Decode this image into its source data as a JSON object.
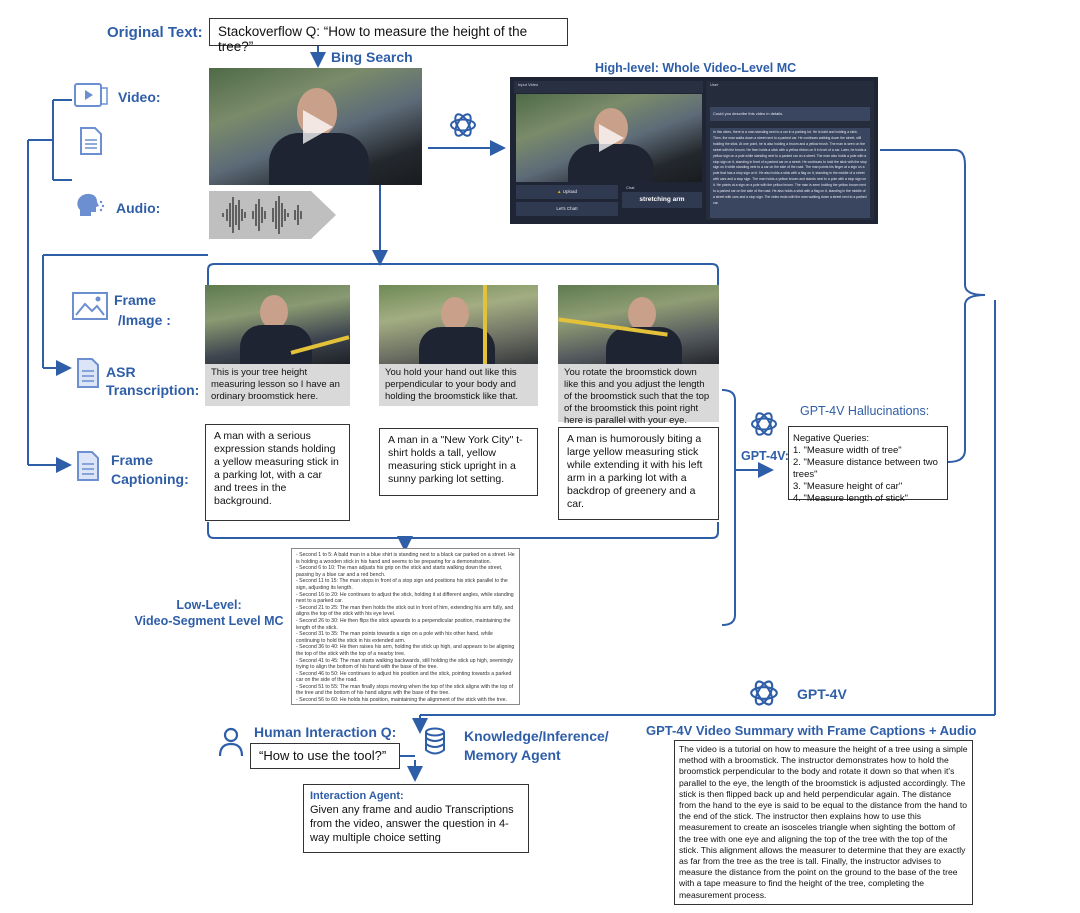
{
  "original_text_label": "Original Text:",
  "original_text": "Stackoverflow Q: “How to measure the height of the tree?”",
  "bing_search": "Bing Search",
  "video_label": "Video:",
  "audio_label": "Audio:",
  "high_level_title": "High-level: Whole Video-Level  MC",
  "app": {
    "question": "Could you describe this video in details.",
    "answer": "In this video, there is a man standing next to a car in a parking lot. He is bald and holding a stick. Then, the man walks down a street next to a parked car. He continues walking down the street, still holding the stick. At one point, he is also holding a broom and a yellow brush. The man is seen on the street with the broom. He then holds a stick with a yellow ribbon on it in front of a car. Later, he holds a yellow sign on a pole while standing next to a parked car on a street. The man also holds a pole with a stop sign on it, standing in front of a parked car on a street. He continues to hold the stick with the stop sign on it while standing next to a car on the side of the road. The man points his finger at a sign on a pole that has a stop sign on it. He also holds a stick with a flag on it, standing in the middle of a street with cars and a stop sign. The man holds a yellow broom and stands next to a pole with a stop sign on it. He points at a sign on a pole with the yellow broom. The man is seen holding the yellow broom next to a parked car on the side of the road. He also holds a stick with a flag on it, standing in the middle of a street with cars and a stop sign. The video ends with the man walking down a street next to a parked car.",
    "upload_btn": "Upload",
    "chat_btn": "Let's Chat!",
    "chip": "stretching arm",
    "tab1": "Input Video",
    "tab2": "Chat",
    "tab3": "User"
  },
  "frame_image_label1": "Frame",
  "frame_image_label2": "/Image :",
  "asr_label1": "ASR",
  "asr_label2": "Transcription:",
  "frame_cap_label1": "Frame",
  "frame_cap_label2": "Captioning:",
  "asr": [
    "This is your tree height measuring lesson so I have an ordinary broomstick here.",
    "You hold your hand out like this perpendicular to your body and holding the broomstick like that.",
    "You rotate the broomstick down like this and you adjust the length of the broomstick such that the top of the broomstick this point right here is parallel with your eye."
  ],
  "captions": [
    "A man with a serious expression stands holding a yellow measuring stick in a parking lot, with a car and trees in the background.",
    "A man in a \"New York City\" t-shirt holds a tall, yellow measuring stick upright in a sunny parking lot setting.",
    "A man is humorously biting a large yellow measuring stick while extending it with his left arm in a parking lot with a backdrop of greenery and a car."
  ],
  "gpt4v_hall_title": "GPT-4V Hallucinations:",
  "gpt4v_label": "GPT-4V:",
  "neg_title": "Negative Queries:",
  "neg_queries": [
    "1. \"Measure width of tree\"",
    "2. \"Measure distance between two trees\"",
    "3. \"Measure height of car\"",
    "4. \"Measure length of stick\""
  ],
  "low_level_1": "Low-Level:",
  "low_level_2": "Video-Segment Level  MC",
  "segments": [
    "- Second 1 to 5: A bald man in a blue shirt is standing next to a black car parked on a street. He is holding a wooden stick in his hand and seems to be preparing for a demonstration.",
    "- Second 6 to 10: The man adjusts his grip on the stick and starts walking down the street, passing by a blue car and a red bench.",
    "- Second 11 to 15: The man stops in front of a stop sign and positions his stick parallel to the sign, adjusting its length.",
    "- Second 16 to 20: He continues to adjust the stick, holding it at different angles, while standing next to a parked car.",
    "- Second 21 to 25: The man then holds the stick out in front of him, extending his arm fully, and aligns the top of the stick with his eye level.",
    "- Second 26 to 30: He then flips the stick upwards to a perpendicular position, maintaining the length of the stick.",
    "- Second 31 to 35: The man points towards a sign on a pole with his other hand, while continuing to hold the stick in his extended arm.",
    "- Second 36 to 40: He then raises his arm, holding the stick up high, and appears to be aligning the top of the stick with the top of a nearby tree.",
    "- Second 41 to 45: The man starts walking backwards, still holding the stick up high, seemingly trying to align the bottom of his hand with the base of the tree.",
    "- Second 46 to 50: He continues to adjust his position and the stick, pointing towards a parked car on the side of the road.",
    "- Second 51 to 55: The man finally stops moving when the top of the stick aligns with the top of the tree and the bottom of his hand aligns with the base of the tree.",
    "- Second 56 to 60: He holds his position, maintaining the alignment of the stick with the tree."
  ],
  "gpt4v_big": "GPT-4V",
  "summary_title": "GPT-4V Video Summary with Frame Captions + Audio",
  "summary": "The video is a tutorial on how to measure the height of a tree using a simple method with a broomstick. The instructor demonstrates how to hold the broomstick perpendicular to the body and rotate it down so that when it's parallel to the eye, the length of the broomstick is adjusted accordingly. The stick is then flipped back up and held perpendicular again. The distance from the hand to the eye is said to be equal to the distance from the hand to the end of the stick. The instructor then explains how to use this measurement to create an isosceles triangle when sighting the bottom of the tree with one eye and aligning the top of the tree with the top of the stick. This alignment allows the measurer to determine that they are exactly as far from the tree as the tree is tall. Finally, the instructor advises to measure the distance from the point on the ground to the base of the tree with a tape measure to find the height of the tree, completing the measurement process.",
  "human_q_title": "Human Interaction Q:",
  "human_q": "“How to use the tool?”",
  "kia_1": "Knowledge/Inference/",
  "kia_2": "Memory Agent",
  "interaction_title": "Interaction Agent:",
  "interaction_body": "Given any frame and audio Transcriptions from the video, answer the question in 4-way multiple choice setting",
  "colors": {
    "accent": "#2f5ea8",
    "asr_bg": "#d9d9d9",
    "app_bg": "#1f2534"
  }
}
